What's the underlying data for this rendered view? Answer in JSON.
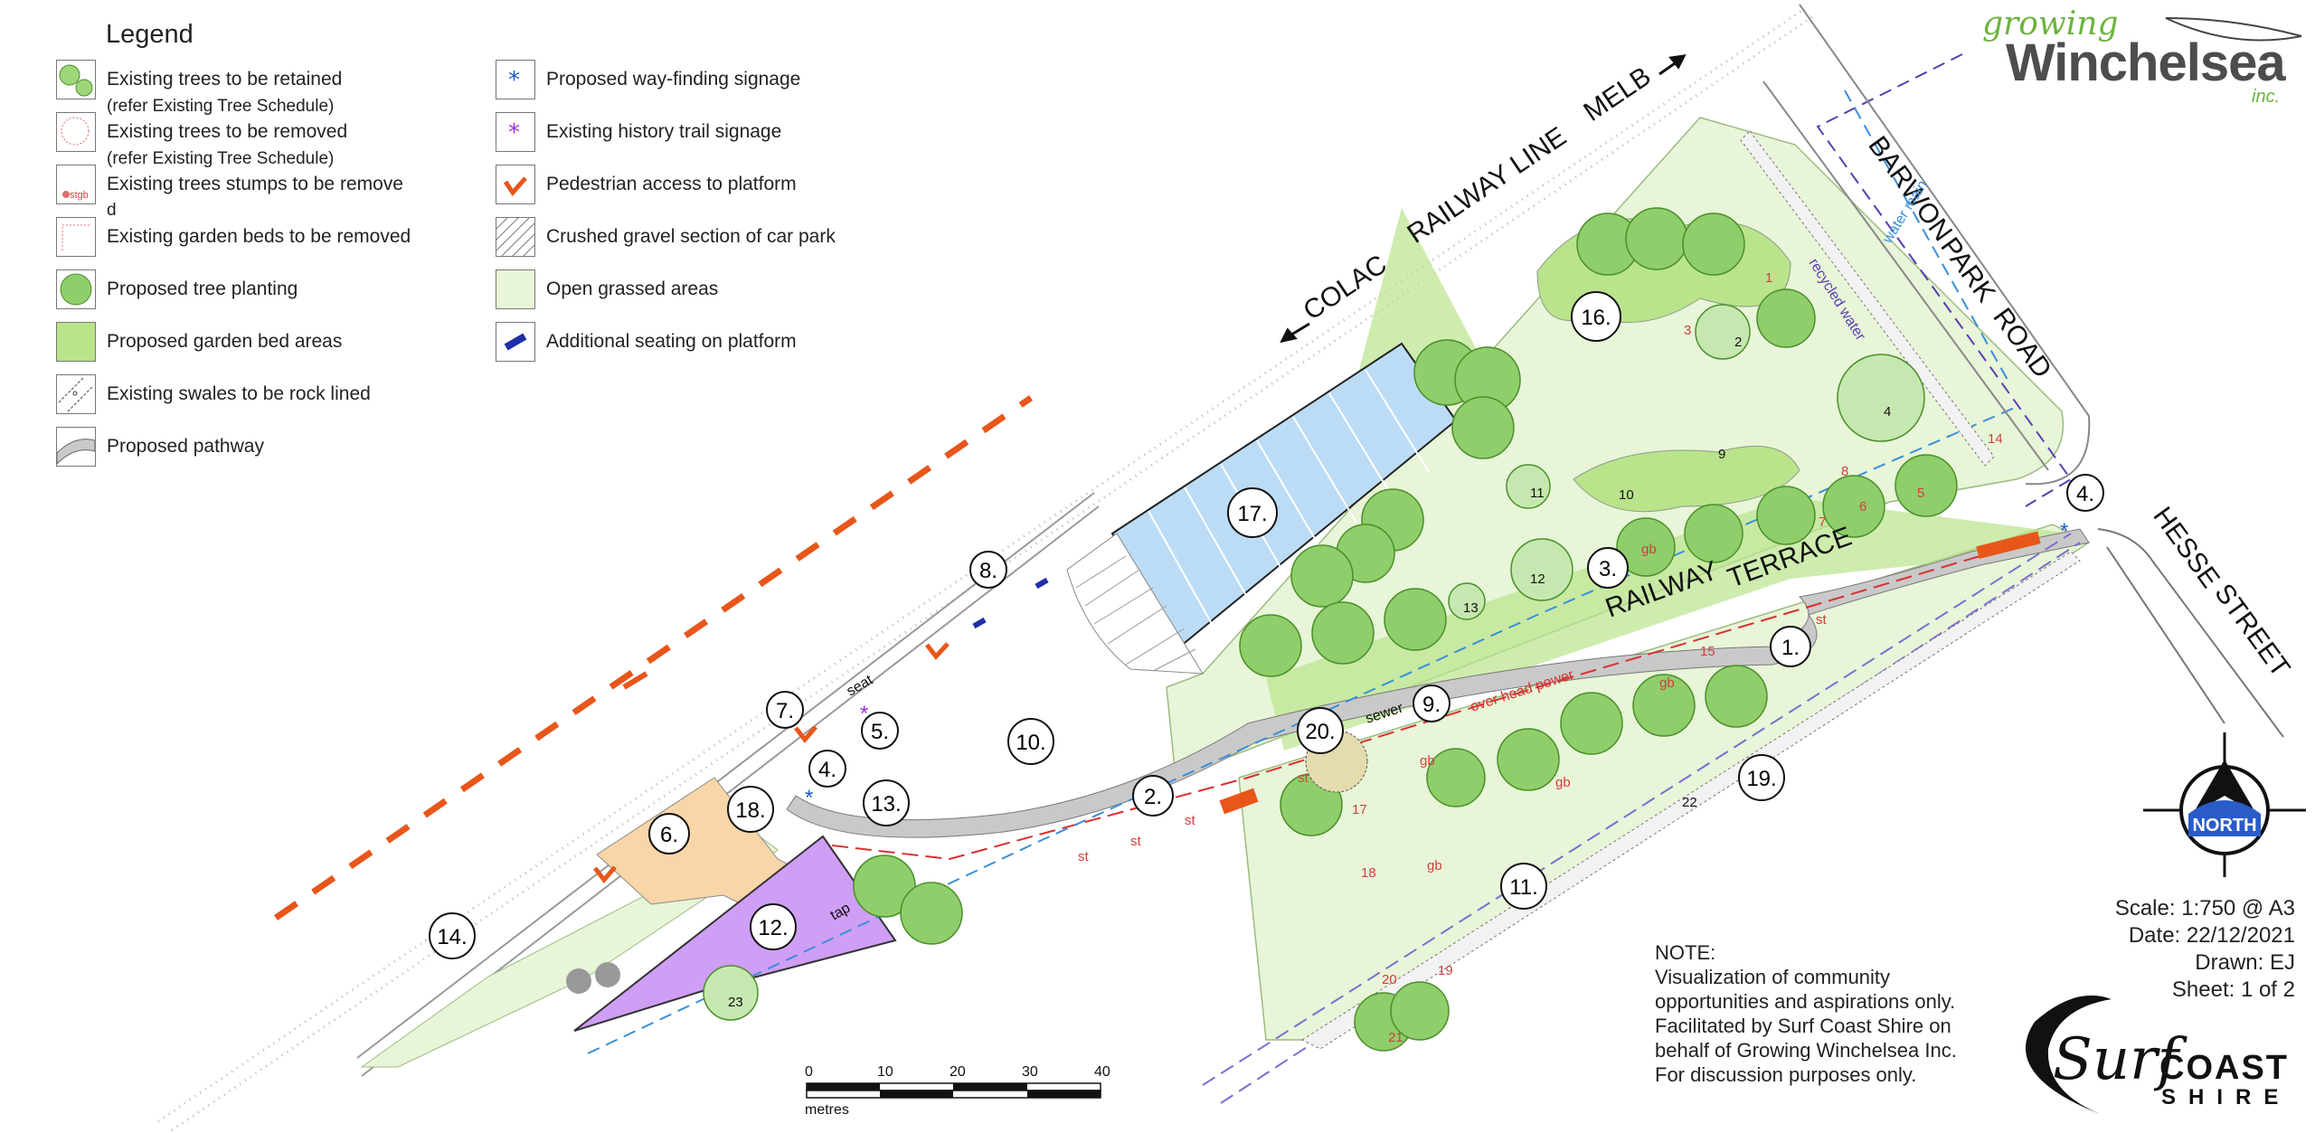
{
  "legend": {
    "title": "Legend",
    "left_items": [
      {
        "label": "Existing trees to be retained",
        "sub": "(refer Existing Tree Schedule)",
        "icon": "tree-retained-icon"
      },
      {
        "label": "Existing trees to be removed",
        "sub": "(refer Existing Tree Schedule)",
        "icon": "tree-removed-icon"
      },
      {
        "label": "Existing trees stumps to be remove",
        "sub": "d",
        "icon": "tree-stump-icon"
      },
      {
        "label": "Existing garden beds to be removed",
        "icon": "garden-bed-removed-icon"
      },
      {
        "label": "Proposed tree planting",
        "icon": "proposed-tree-icon"
      },
      {
        "label": "Proposed garden bed areas",
        "icon": "proposed-garden-bed-icon"
      },
      {
        "label": "Existing swales to be rock lined",
        "icon": "swale-icon"
      },
      {
        "label": "Proposed pathway",
        "icon": "pathway-icon"
      }
    ],
    "right_items": [
      {
        "label": "Proposed way-finding signage",
        "icon": "wayfinding-sign-icon"
      },
      {
        "label": "Existing history trail signage",
        "icon": "history-sign-icon"
      },
      {
        "label": "Pedestrian access to platform",
        "icon": "pedestrian-access-icon"
      },
      {
        "label": "Crushed gravel section of car park",
        "icon": "crushed-gravel-icon"
      },
      {
        "label": "Open grassed areas",
        "icon": "grass-area-icon"
      },
      {
        "label": "Additional seating on platform",
        "icon": "seating-icon"
      }
    ],
    "stump_label": "stgb"
  },
  "logo": {
    "growing": "growing",
    "winchelsea": "Winchelsea",
    "inc": "inc."
  },
  "streets": {
    "melb": "MELB",
    "colac": "COLAC",
    "railway_line": "RAILWAY LINE",
    "barwon": "BARWON",
    "park": "PARK",
    "road": "ROAD",
    "railway": "RAILWAY",
    "terrace": "TERRACE",
    "hesse": "HESSE",
    "street": "STREET"
  },
  "map_labels": {
    "water_main": "water main",
    "recycled_water": "recycled water",
    "over_head_power": "over head power",
    "sewer": "sewer",
    "seat": "seat",
    "tap": "tap"
  },
  "markers": [
    "1.",
    "2.",
    "3.",
    "4.",
    "4.",
    "5.",
    "6.",
    "7.",
    "8.",
    "9.",
    "10.",
    "11.",
    "12.",
    "13.",
    "14.",
    "16.",
    "17.",
    "18.",
    "19.",
    "20."
  ],
  "tree_numbers": [
    "1",
    "2",
    "3",
    "4",
    "5",
    "6",
    "7",
    "8",
    "9",
    "10",
    "11",
    "12",
    "13",
    "14",
    "15",
    "17",
    "18",
    "19",
    "20",
    "21",
    "22",
    "23"
  ],
  "small_codes": [
    "st",
    "st",
    "st",
    "st",
    "st",
    "gb",
    "gb",
    "gb",
    "gb",
    "gb"
  ],
  "scale_bar": {
    "ticks": [
      "0",
      "10",
      "20",
      "30",
      "40"
    ],
    "unit": "metres"
  },
  "note": {
    "heading": "NOTE:",
    "lines": [
      "Visualization of community",
      "opportunities and aspirations only.",
      "Facilitated by Surf Coast Shire on",
      "behalf of Growing Winchelsea Inc.",
      "For discussion purposes only."
    ]
  },
  "sheet": {
    "scale": "Scale: 1:750 @ A3",
    "date": "Date: 22/12/2021",
    "drawn": "Drawn: EJ",
    "sheet": "Sheet: 1 of 2"
  },
  "north": "NORTH",
  "council_logo": {
    "surf": "Surf",
    "coast": "COAST",
    "shire": "SHIRE"
  },
  "colors": {
    "grass": "#e8f5d8",
    "garden": "#b9e48b",
    "tree": "#8fce6a",
    "carpark": "#bcdcf5",
    "building": "#f9d6a8",
    "purple_area": "#cf9ef5",
    "orange": "#e8561a",
    "pathway": "#c9c9c9"
  }
}
